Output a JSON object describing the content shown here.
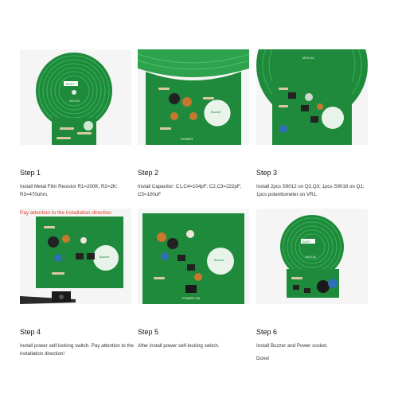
{
  "steps": [
    {
      "title": "Step 1",
      "text": "Install Metal Film Resistor R1=200K; R2=2K; R3=470ohm.",
      "extra": ""
    },
    {
      "title": "Step 2",
      "text": "Install Capacitor: C1,C4=104pF; C2,C3=222pF; C5=100uF",
      "extra": ""
    },
    {
      "title": "Step 3",
      "text": "Install 2pcs S9012 on Q2,Q3; 1pcs S9018 on Q1; 1pcs potentiometer on VR1.",
      "extra": ""
    },
    {
      "title": "Step 4",
      "text": "Install power self-locking switch. Pay attention to the installation direction!",
      "extra": ""
    },
    {
      "title": "Step 5",
      "text": "After install power self-locking switch.",
      "extra": ""
    },
    {
      "title": "Step 6",
      "text": "Install Buzzer and Power socket.",
      "extra": "Done!"
    }
  ],
  "overlay": "Pay attention to the installation direction",
  "board_labels": {
    "brand": "BOKT",
    "model": "MDS-60",
    "buzzer": "Buzzer",
    "power": "POWER",
    "power_on": "POWER-ON"
  },
  "colors": {
    "pcb": "#1f8a3b",
    "pcb_dark": "#156b2c",
    "coil": "#2fa24d"
  }
}
